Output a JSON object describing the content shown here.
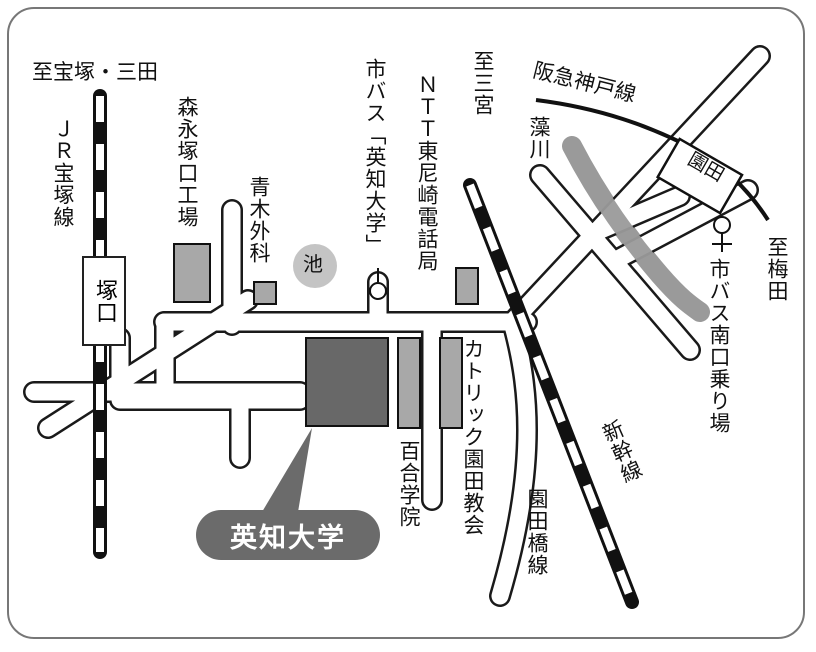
{
  "map": {
    "labels": {
      "to_takarazuka_sanda": "至宝塚・三田",
      "jr_takarazuka_line": "ＪＲ宝塚線",
      "station_tsukaguchi": "塚口",
      "morinaga_factory": "森永塚口工場",
      "aoki_clinic": "青木外科",
      "pond": "池",
      "city_bus_stop": "市バス「英知大学」",
      "ntt_office": "ＮＴＴ東尼崎電話局",
      "to_sannomiya": "至三宮",
      "hankyu_kobe_line": "阪急神戸線",
      "shukugawa": "藻川",
      "hankyu_station": "園田",
      "to_umeda": "至梅田",
      "city_bus_minamiguchi": "市バス南口乗り場",
      "shinkansen": "新幹線",
      "catholic_church": "カトリック園田教会",
      "sonoda_bridge_line": "園田橋線",
      "yuri_school": "百合学院",
      "destination": "英知大学"
    },
    "colors": {
      "road_outline": "#1a1a1a",
      "building": "#a8a8a8",
      "destination_block": "#686868",
      "river": "#9a9a9a",
      "pond": "#c4c4c4"
    }
  }
}
